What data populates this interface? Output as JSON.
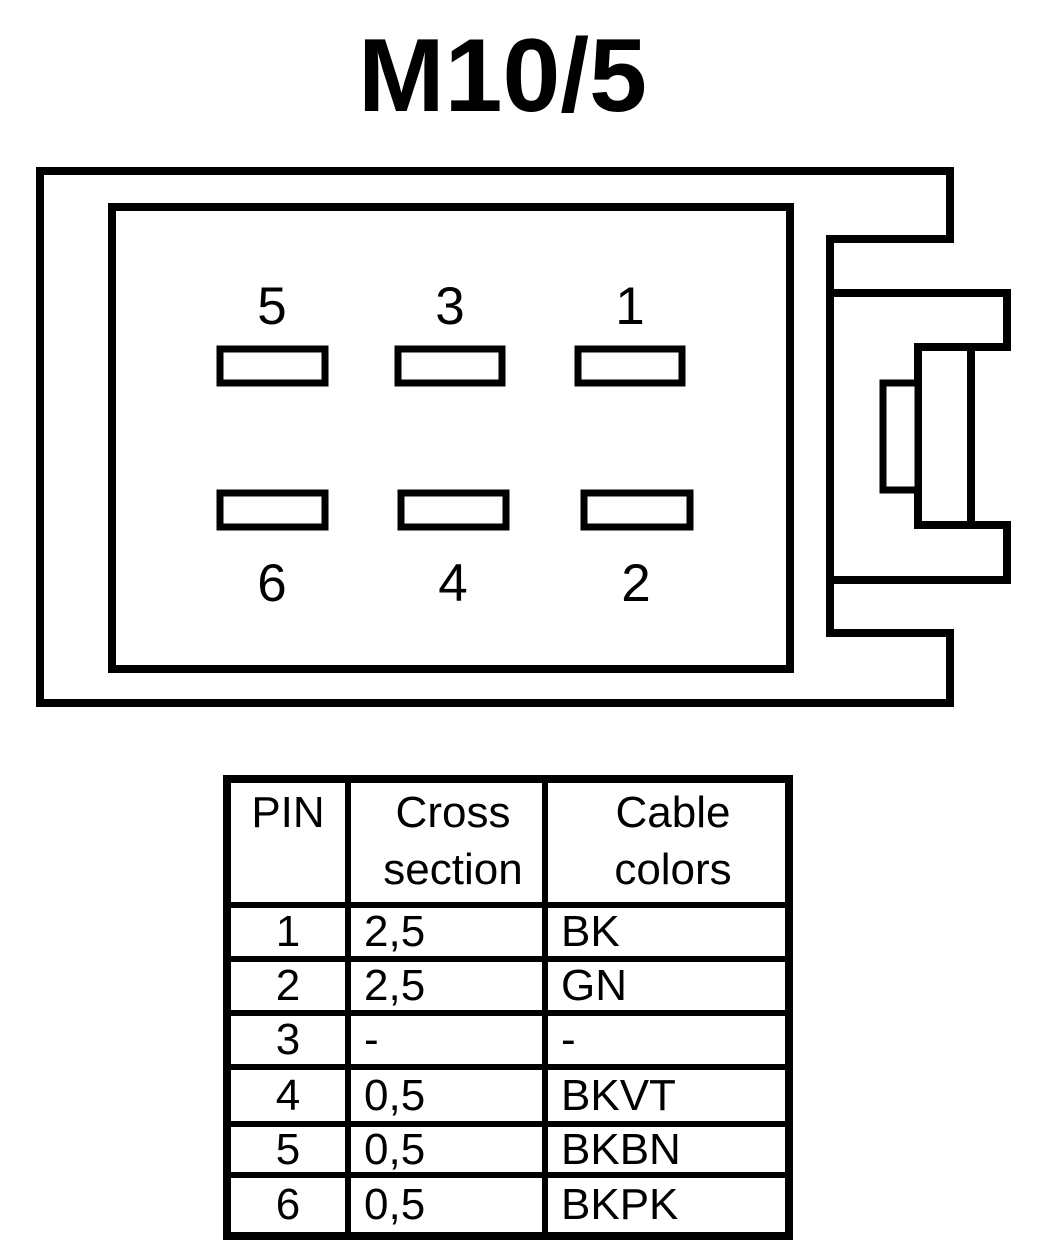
{
  "title": "M10/5",
  "connector": {
    "pin_labels_top": [
      "5",
      "3",
      "1"
    ],
    "pin_labels_bottom": [
      "6",
      "4",
      "2"
    ]
  },
  "table": {
    "headers": {
      "pin": "PIN",
      "cross_section": "Cross section",
      "cable_colors": "Cable colors"
    },
    "rows": [
      {
        "pin": "1",
        "cross_section": "2,5",
        "cable_color": "BK"
      },
      {
        "pin": "2",
        "cross_section": "2,5",
        "cable_color": "GN"
      },
      {
        "pin": "3",
        "cross_section": "-",
        "cable_color": "-"
      },
      {
        "pin": "4",
        "cross_section": "0,5",
        "cable_color": "BKVT"
      },
      {
        "pin": "5",
        "cross_section": "0,5",
        "cable_color": "BKBN"
      },
      {
        "pin": "6",
        "cross_section": "0,5",
        "cable_color": "BKPK"
      }
    ]
  },
  "colors": {
    "line": "#000000",
    "background": "#ffffff"
  }
}
